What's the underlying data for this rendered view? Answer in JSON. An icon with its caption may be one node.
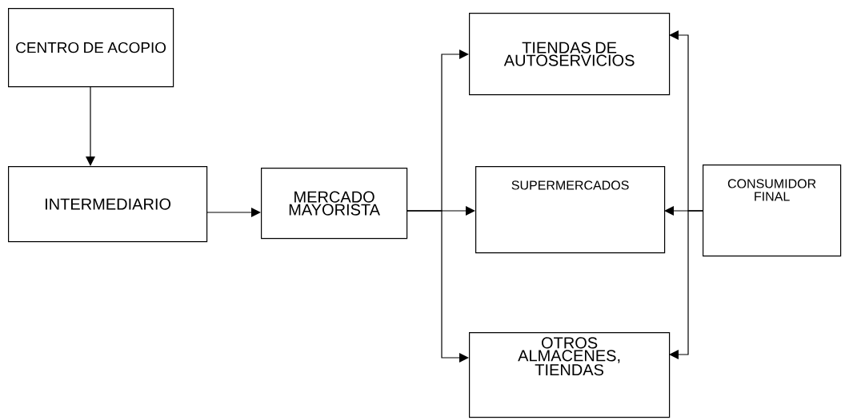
{
  "diagram": {
    "nodes": [
      {
        "text": [
          "CENTRO DE ACOPIO"
        ]
      },
      {
        "text": [
          "INTERMEDIARIO"
        ]
      },
      {
        "text": [
          "MERCADO MAYORISTA"
        ]
      },
      {
        "text": [
          "TIENDAS DE AUTOSERVICIOS"
        ]
      },
      {
        "text": [
          "SUPERMERCADOS"
        ]
      },
      {
        "text": [
          "OTROS ALMACENES, TIENDAS"
        ]
      },
      {
        "text": [
          "CONSUMIDOR FINAL"
        ]
      }
    ],
    "edges": [
      {
        "from": 0,
        "to": 1,
        "arrow": "to"
      },
      {
        "from": 1,
        "to": 2,
        "arrow": "to"
      },
      {
        "from": 2,
        "to": 3,
        "arrow": "to"
      },
      {
        "from": 2,
        "to": 4,
        "arrow": "to"
      },
      {
        "from": 2,
        "to": 5,
        "arrow": "to"
      },
      {
        "from": 6,
        "to": 3,
        "arrow": "to"
      },
      {
        "from": 6,
        "to": 4,
        "arrow": "to"
      },
      {
        "from": 6,
        "to": 5,
        "arrow": "to"
      }
    ]
  }
}
